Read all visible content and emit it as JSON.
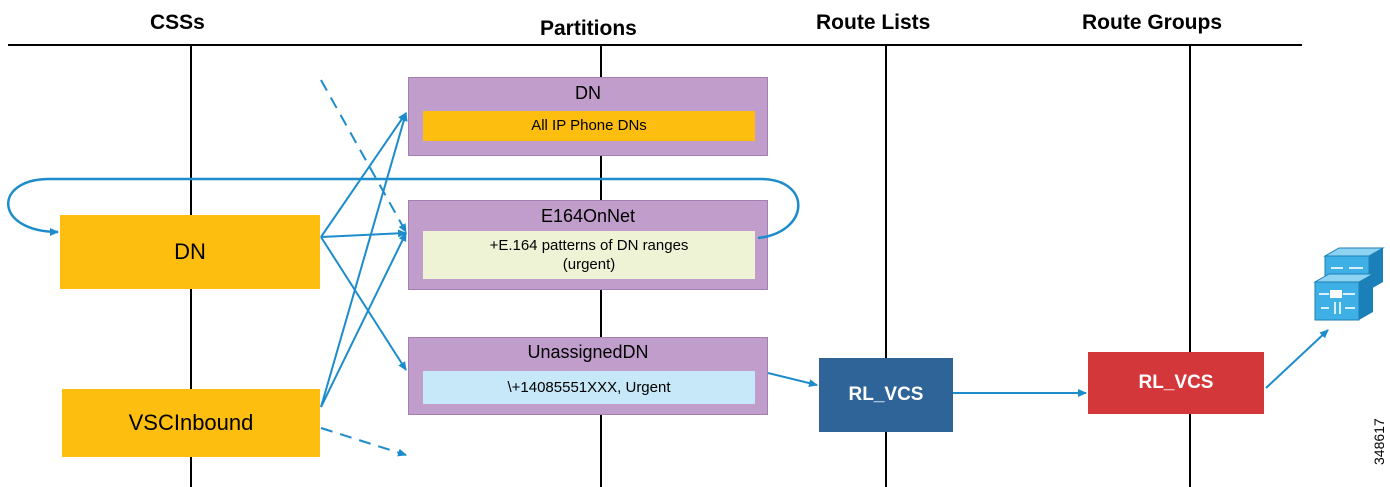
{
  "headers": {
    "css": "CSSs",
    "partitions": "Partitions",
    "route_lists": "Route Lists",
    "route_groups": "Route Groups"
  },
  "css_boxes": {
    "dn": "DN",
    "vsc": "VSCInbound"
  },
  "partitions": {
    "dn": {
      "title": "DN",
      "content": "All IP Phone DNs"
    },
    "e164": {
      "title": "E164OnNet",
      "content_line1": "+E.164 patterns of DN ranges",
      "content_line2": "(urgent)"
    },
    "unassigned": {
      "title": "UnassignedDN",
      "content": "\\+14085551XXX, Urgent"
    }
  },
  "route_list": {
    "label": "RL_VCS"
  },
  "route_group": {
    "label": "RL_VCS"
  },
  "figure_id": "348617",
  "colors": {
    "line": "#1C8CCB",
    "css_fill": "#FDBE10",
    "partition_fill": "#C09DCB",
    "e164_inner": "#EEF3D6",
    "unassigned_inner": "#C7E8F8",
    "route_list": "#2F6499",
    "route_group": "#D3373A"
  },
  "icons": {
    "gateway": "gateway-switch-icon"
  }
}
